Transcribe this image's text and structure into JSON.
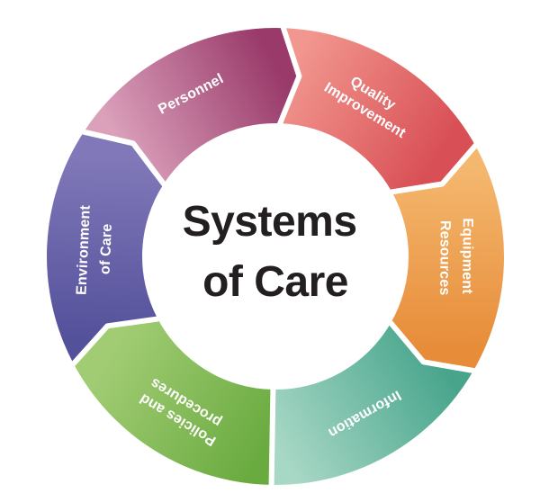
{
  "diagram": {
    "type": "circular-cycle",
    "flow_direction": "clockwise",
    "title_lines": [
      "Systems",
      "of Care"
    ],
    "center_text_color": "#231f20",
    "label_text_color": "#ffffff",
    "divider_color": "#ffffff",
    "background_color": "#ffffff",
    "segments": [
      {
        "name": "Personnel",
        "lines": [
          "Personnel"
        ],
        "color_start": "#dba1bb",
        "color_end": "#993a6a"
      },
      {
        "name": "Quality Improvement",
        "lines": [
          "Quality",
          "Improvement"
        ],
        "color_start": "#f2978f",
        "color_end": "#d84f55"
      },
      {
        "name": "Equipment Resources",
        "lines": [
          "Equipment",
          "Resources"
        ],
        "color_start": "#f4b76e",
        "color_end": "#e78d3a"
      },
      {
        "name": "Information",
        "lines": [
          "Information"
        ],
        "color_start": "#48a58c",
        "color_end": "#a7d7c5"
      },
      {
        "name": "Policies and procedures",
        "lines": [
          "Policies and",
          "procedures"
        ],
        "color_start": "#6aab40",
        "color_end": "#a2cc74"
      },
      {
        "name": "Environment of Care",
        "lines": [
          "Environment",
          "of Care"
        ],
        "color_start": "#54519b",
        "color_end": "#8078b8"
      }
    ]
  }
}
